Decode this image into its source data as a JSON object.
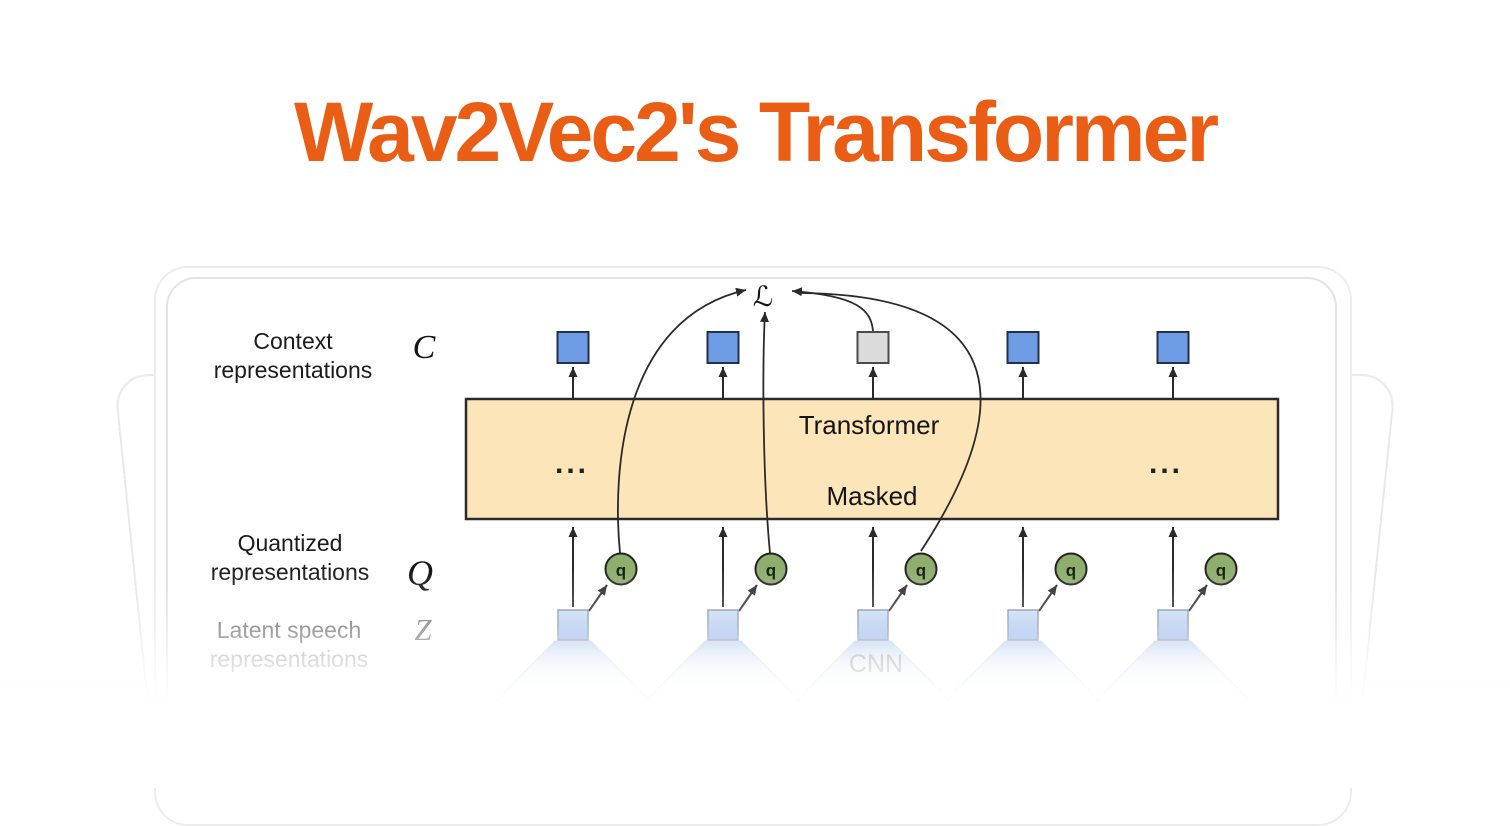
{
  "title": "Wav2Vec2's Transformer",
  "colors": {
    "title": "#EA5D14",
    "transformer_box": "#FCE5B8",
    "context_square": "#6D9CE5",
    "masked_square": "#DBDBDB",
    "quantized_circle": "#8FAE6E",
    "latent_square_top": "#CBDCF4",
    "latent_square_bottom": "#93B1E8",
    "cnn_cone_top": "#B2C8EE",
    "ink": "#2A2A2A"
  },
  "diagram": {
    "loss_symbol": "ℒ",
    "transformer_label": "Transformer",
    "masked_label": "Masked",
    "ellipsis": "...",
    "cnn_label": "CNN",
    "q_label": "q",
    "columns": 5,
    "masked_column": 3,
    "rows": {
      "context": {
        "label_line1": "Context",
        "label_line2": "representations",
        "symbol": "C"
      },
      "quantized": {
        "label_line1": "Quantized",
        "label_line2": "representations",
        "symbol": "Q"
      },
      "latent": {
        "label_line1": "Latent speech",
        "label_line2": "representations",
        "symbol": "Z"
      }
    }
  }
}
